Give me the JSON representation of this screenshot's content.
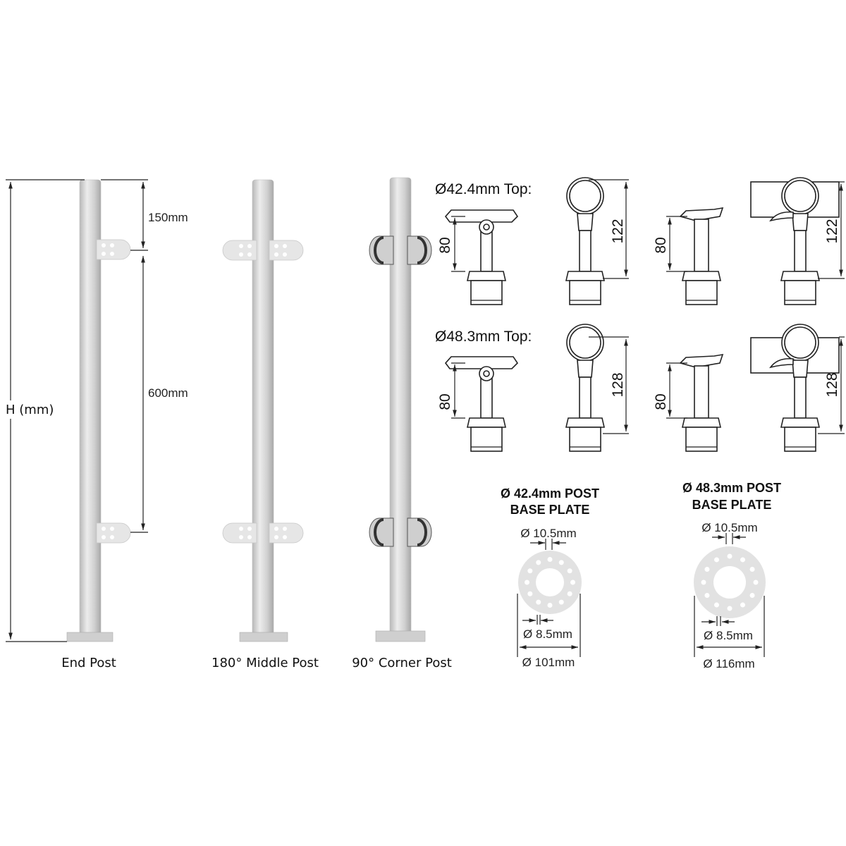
{
  "posts": {
    "end_post": "End Post",
    "middle_post": "180° Middle Post",
    "corner_post": "90° Corner Post",
    "height_label": "H (mm)",
    "top_gap": "150mm",
    "clamp_gap": "600mm"
  },
  "fittings": {
    "row1_title": "Ø42.4mm Top:",
    "row1_saddle_height": "80",
    "row1_round_height": "122",
    "row2_title": "Ø48.3mm Top:",
    "row2_saddle_height": "80",
    "row2_round_height": "128"
  },
  "base_plates": [
    {
      "title1": "Ø 42.4mm POST",
      "title2": "BASE PLATE",
      "hole_large": "Ø 10.5mm",
      "hole_small": "Ø 8.5mm",
      "diameter": "Ø 101mm"
    },
    {
      "title1": "Ø 48.3mm POST",
      "title2": "BASE PLATE",
      "hole_large": "Ø 10.5mm",
      "hole_small": "Ø 8.5mm",
      "diameter": "Ø 116mm"
    }
  ],
  "colors": {
    "steel": "#d8d8d8",
    "line": "#222222"
  }
}
